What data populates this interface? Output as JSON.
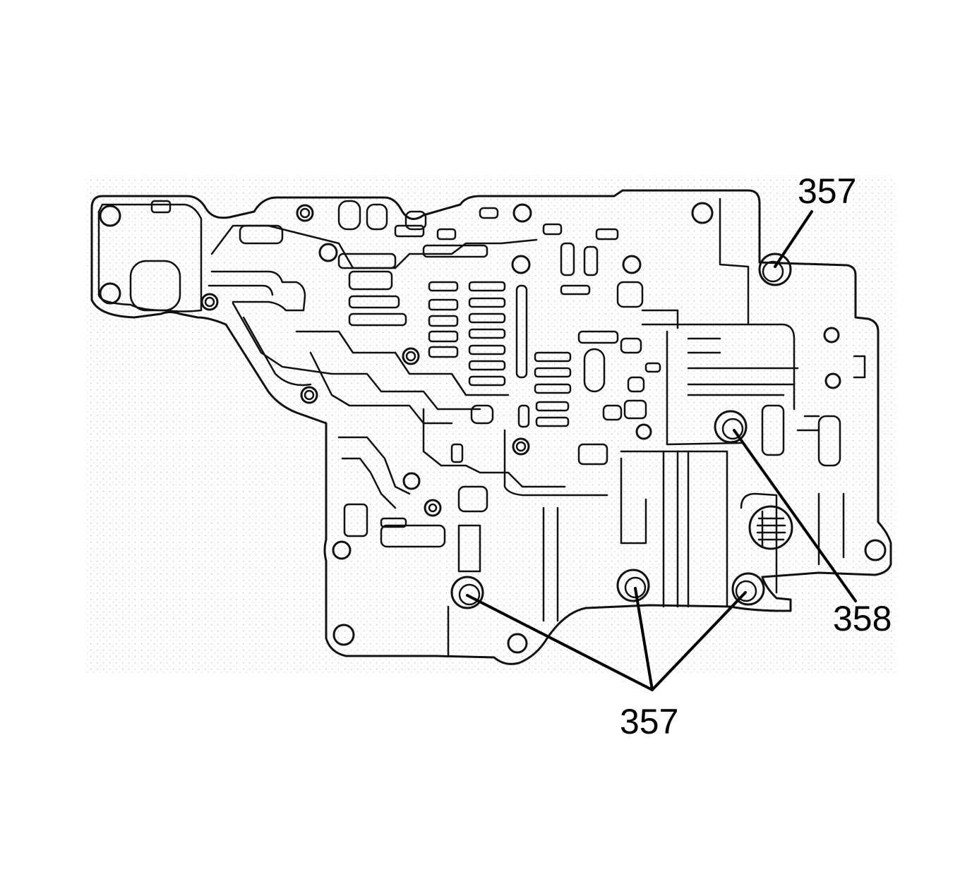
{
  "callouts": {
    "seal_top_right": "357",
    "bottom_group": "357",
    "right_item": "358"
  }
}
